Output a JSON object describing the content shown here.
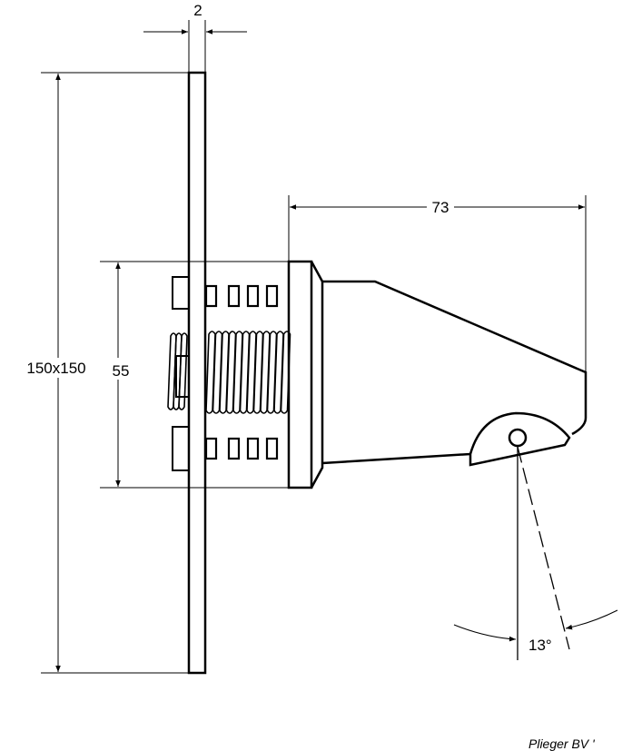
{
  "dimensions": {
    "plate_thickness": "2",
    "plate_size": "150x150",
    "body_diameter": "55",
    "projection": "73",
    "angle": "13°"
  },
  "footer": {
    "copyright": "Plieger BV '"
  },
  "colors": {
    "line": "#000000",
    "background": "#ffffff"
  }
}
